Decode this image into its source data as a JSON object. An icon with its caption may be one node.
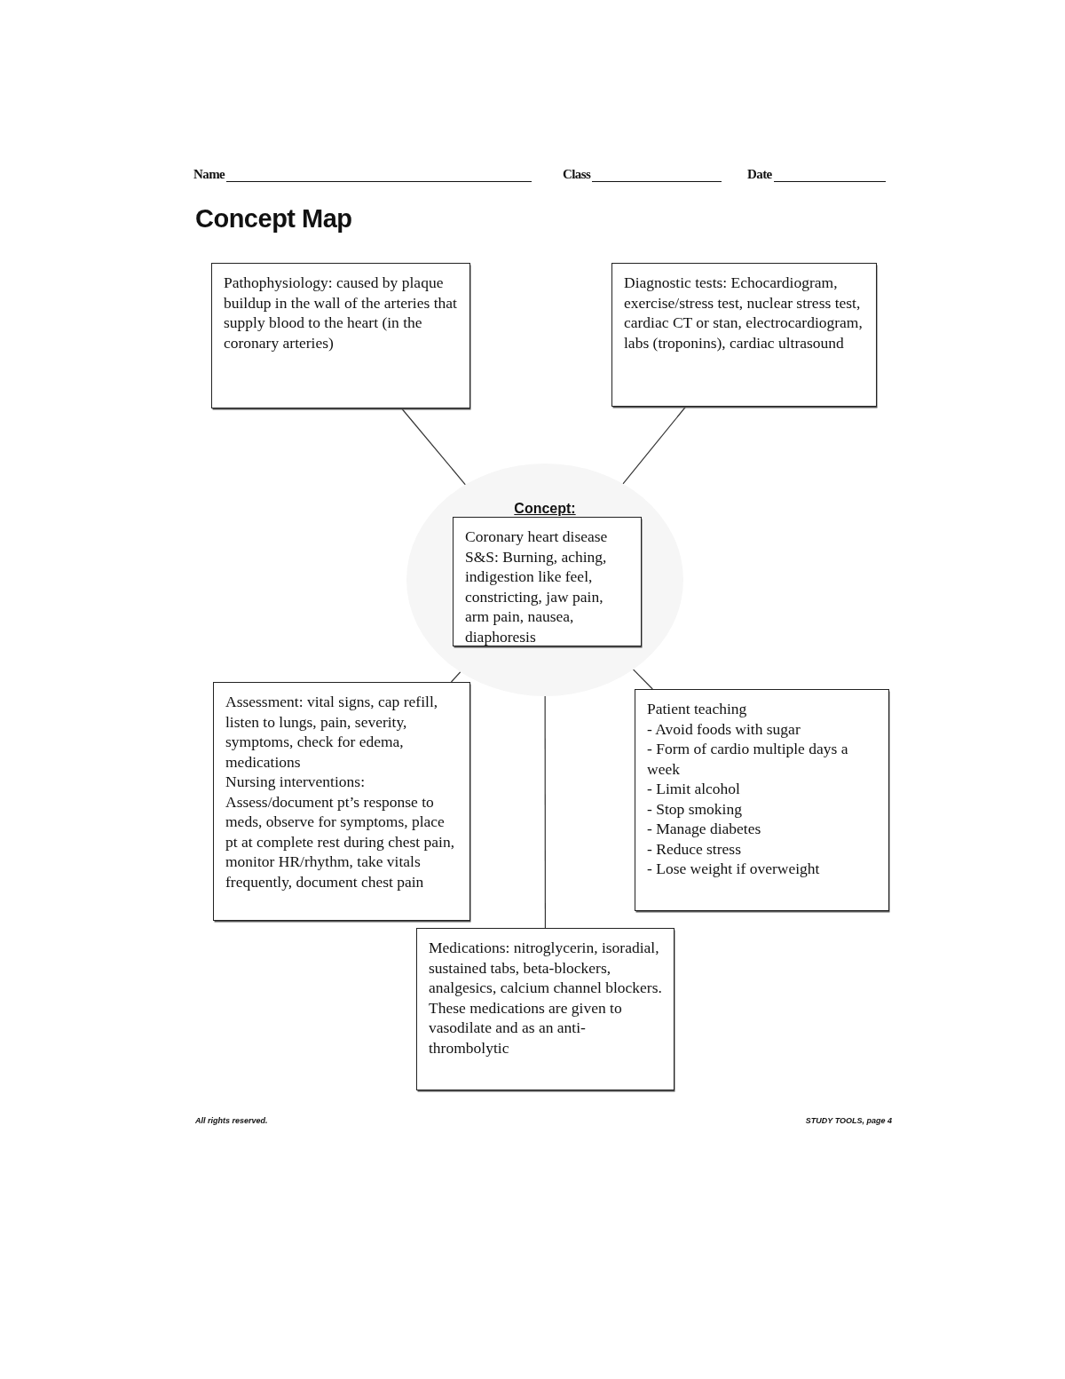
{
  "diagram": {
    "title": "Concept Map",
    "nodes": [
      {
        "text": [
          "Pathophysiology: caused by plaque buildup in the wall of the arteries that supply blood to the heart (in the coronary arteries)"
        ]
      },
      {
        "text": [
          "Diagnostic tests: Echocardiogram, exercise/stress test, nuclear stress test, cardiac CT or stan, electrocardiogram, labs (troponins), cardiac ultrasound"
        ]
      },
      {
        "text": [
          "Concept:"
        ]
      },
      {
        "text": [
          "Coronary heart disease S&S: Burning, aching, indigestion like feel, constricting, jaw pain, arm pain, nausea, diaphoresis"
        ],
        "in": 2
      },
      {
        "text": [
          "Assessment: vital signs, cap refill, listen to lungs, pain, severity, symptoms, check for edema, medications",
          "Nursing interventions: Assess/document pt’s response to meds, observe for symptoms, place pt at complete rest during chest pain, monitor HR/rhythm, take vitals frequently, document chest pain"
        ]
      },
      {
        "text": [
          "Patient teaching",
          "- Avoid foods with sugar",
          "- Form of cardio multiple days a week",
          "- Limit alcohol",
          "- Stop smoking",
          "- Manage diabetes",
          "- Reduce stress",
          "- Lose weight if overweight"
        ]
      },
      {
        "text": [
          "Medications: nitroglycerin, isoradial, sustained tabs, beta-blockers, analgesics, calcium channel blockers. These medications are given to vasodilate and as an anti-thrombolytic"
        ]
      }
    ],
    "edges": [
      {
        "from": 0,
        "to": 2,
        "arrow": "none"
      },
      {
        "from": 1,
        "to": 2,
        "arrow": "none"
      },
      {
        "from": 2,
        "to": 4,
        "arrow": "none"
      },
      {
        "from": 2,
        "to": 6,
        "arrow": "none"
      },
      {
        "from": 2,
        "to": 5,
        "arrow": "none"
      }
    ],
    "labels": [
      "Name",
      "Class",
      "Date",
      "All rights reserved.",
      "STUDY TOOLS, page 4"
    ]
  }
}
